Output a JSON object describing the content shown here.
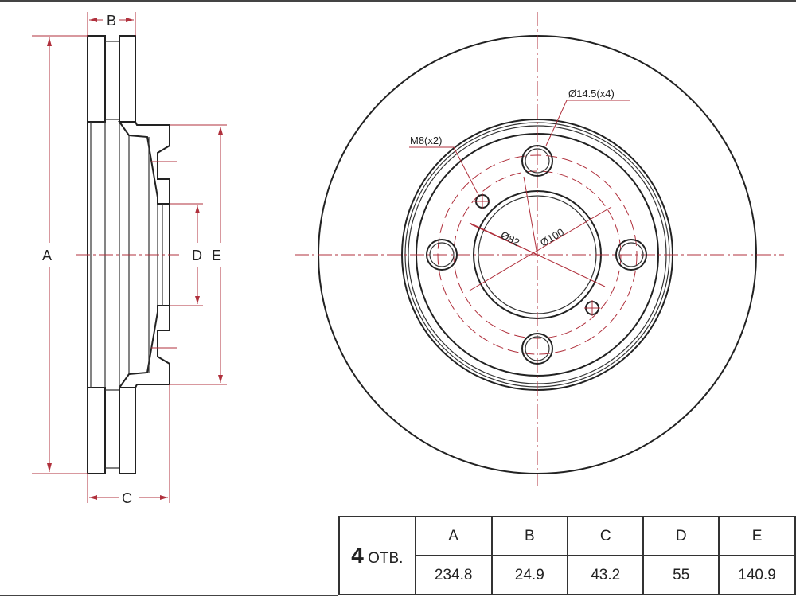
{
  "side_view": {
    "labels": {
      "a": "A",
      "b": "B",
      "c": "C",
      "d": "D",
      "e": "E"
    }
  },
  "front_view": {
    "callouts": {
      "holes": "Ø14.5(x4)",
      "threads": "M8(x2)",
      "d82": "Ø82",
      "d100": "Ø100"
    }
  },
  "spec_table": {
    "holes_count": "4",
    "holes_unit": "ОТВ.",
    "headers": [
      "A",
      "B",
      "C",
      "D",
      "E"
    ],
    "values": [
      "234.8",
      "24.9",
      "43.2",
      "55",
      "140.9"
    ]
  },
  "colors": {
    "dimension": "#b0303c",
    "outline": "#222222"
  }
}
